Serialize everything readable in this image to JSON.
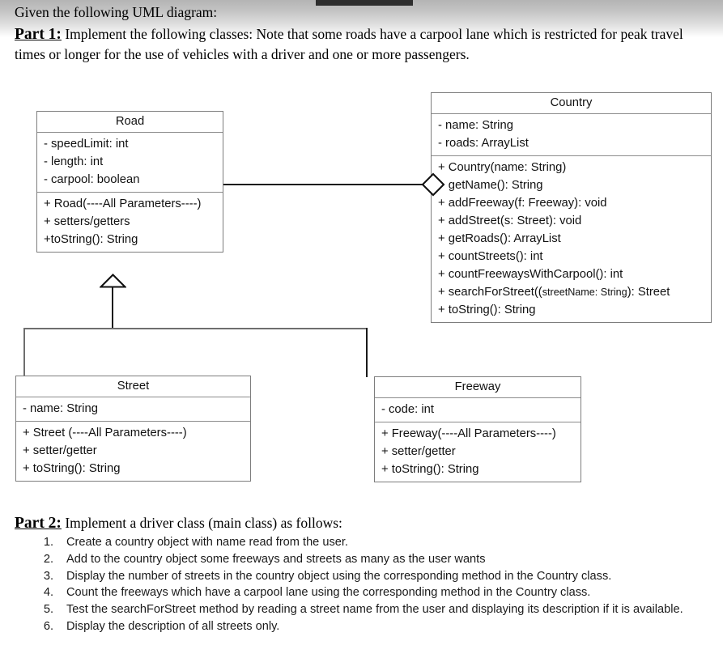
{
  "document": {
    "intro": "Given the following UML diagram:",
    "part1": {
      "label": "Part 1:",
      "body": " Implement the following classes: Note that some roads have a carpool lane which is restricted for peak travel times or longer for the use of vehicles with a driver and one or more passengers."
    },
    "part2": {
      "label": "Part 2:",
      "body": " Implement a driver class (main class) as follows:"
    },
    "tasks": [
      {
        "num": "1.",
        "text": "Create a country object with name read from the user."
      },
      {
        "num": "2.",
        "text": "Add to the country object some freeways and streets as many as the user wants"
      },
      {
        "num": "3.",
        "text": "Display the number of streets in the country object using the corresponding method in the Country class."
      },
      {
        "num": "4.",
        "text": "Count the freeways which have a carpool lane using the corresponding method in the Country class."
      },
      {
        "num": "5.",
        "text": "Test the searchForStreet method by reading a street name from the user and displaying its description if it is available."
      },
      {
        "num": "6.",
        "text": "Display the description of all streets only."
      }
    ]
  },
  "uml": {
    "road": {
      "title": "Road",
      "attributes": [
        "- speedLimit: int",
        "- length: int",
        "- carpool: boolean"
      ],
      "methods": [
        "+ Road(----All Parameters----)",
        "+ setters/getters",
        "+toString(): String"
      ]
    },
    "country": {
      "title": "Country",
      "attributes": [
        "- name: String",
        "- roads: ArrayList"
      ],
      "methods": [
        "+ Country(name: String)",
        "+ getName(): String",
        "+ addFreeway(f: Freeway): void",
        "+ addStreet(s: Street): void",
        "+ getRoads(): ArrayList",
        "+ countStreets(): int",
        "+ countFreewaysWithCarpool(): int",
        "+ toString(): String"
      ],
      "search_method": {
        "prefix": "+ searchForStreet((",
        "param": "streetName: String",
        "suffix": "): Street"
      }
    },
    "street": {
      "title": "Street",
      "attributes": [
        "- name: String"
      ],
      "methods": [
        "+ Street (----All Parameters----)",
        "+ setter/getter",
        "+ toString(): String"
      ]
    },
    "freeway": {
      "title": "Freeway",
      "attributes": [
        "- code: int"
      ],
      "methods": [
        "+ Freeway(----All Parameters----)",
        "+ setter/getter",
        "+ toString(): String"
      ]
    },
    "relationships": {
      "generalization": "hollow-triangle-inheritance-arrow",
      "aggregation": "hollow-diamond-aggregation-marker"
    }
  }
}
